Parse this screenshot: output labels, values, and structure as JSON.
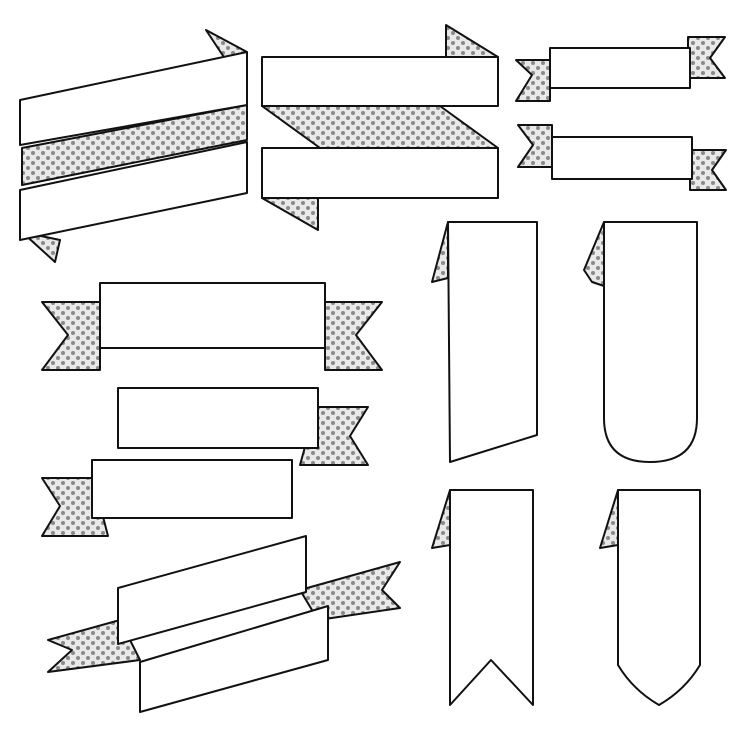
{
  "colors": {
    "background": "#ffffff",
    "stroke": "#111111",
    "ribbon_fill": "#ffffff",
    "dot_color": "#8a8a8a",
    "fold_fill": "#e9e9e9"
  },
  "banners": [
    {
      "name": "slanted-folded-banner-left"
    },
    {
      "name": "straight-folded-banner-right"
    },
    {
      "name": "small-swallowtail-banner-top"
    },
    {
      "name": "small-swallowtail-banner-middle"
    },
    {
      "name": "swallowtail-banner-large"
    },
    {
      "name": "single-tail-banner-right"
    },
    {
      "name": "single-tail-banner-left"
    },
    {
      "name": "slanted-double-banner-bottom"
    },
    {
      "name": "vertical-tag-banner-slanted"
    },
    {
      "name": "vertical-tag-banner-rounded"
    },
    {
      "name": "vertical-bookmark-notched"
    },
    {
      "name": "vertical-bookmark-pointed"
    }
  ]
}
